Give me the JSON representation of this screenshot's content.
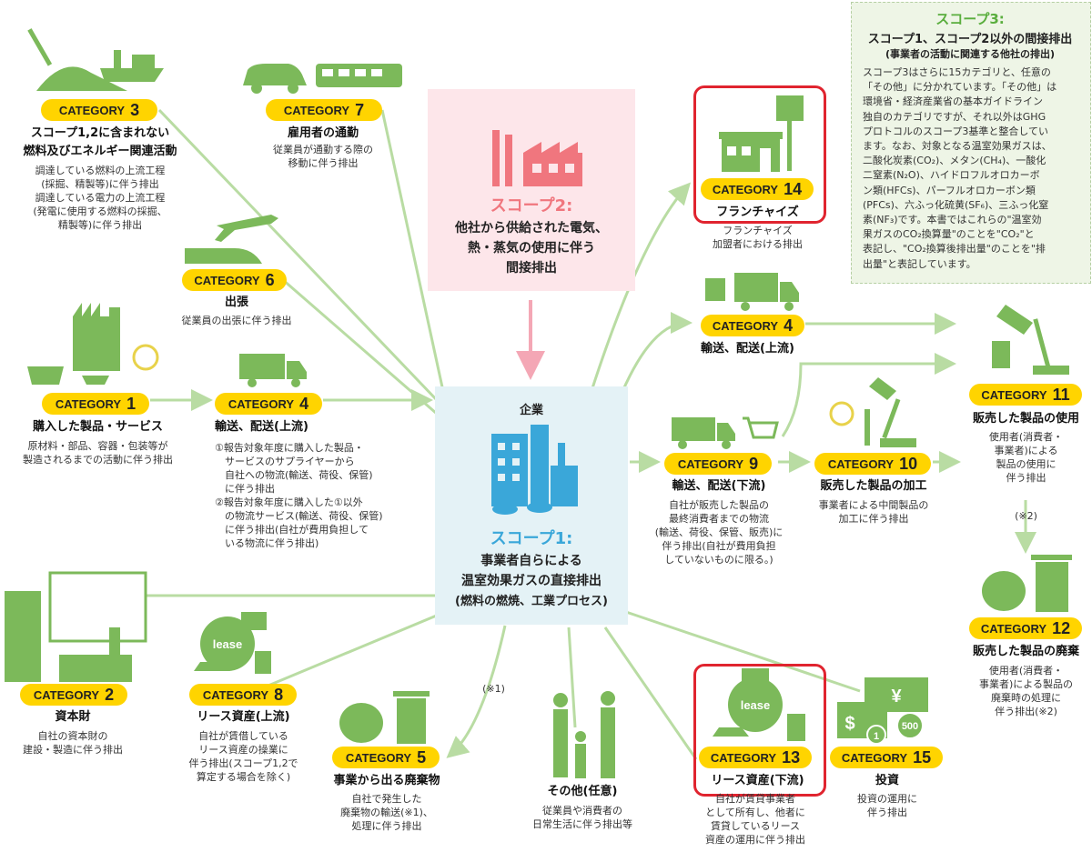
{
  "colors": {
    "green": "#8cc06a",
    "yellow": "#ffd400",
    "red": "#e0242f",
    "pink": "#fde6ea",
    "pinkText": "#f0767e",
    "lightBlue": "#e4f2f6",
    "blueText": "#3aa7d9"
  },
  "category_label": "CATEGORY",
  "scope2": {
    "title": "スコープ2:",
    "line1": "他社から供給された電気、",
    "line2": "熱・蒸気の使用に伴う",
    "line3": "間接排出"
  },
  "scope1": {
    "header": "企業",
    "title": "スコープ1:",
    "line1": "事業者自らによる",
    "line2": "温室効果ガスの直接排出",
    "line3": "(燃料の燃焼、工業プロセス)"
  },
  "scope3": {
    "title": "スコープ3:",
    "subtitle": "スコープ1、スコープ2以外の間接排出",
    "subtitle2": "(事業者の活動に関連する他社の排出)",
    "body": "スコープ3はさらに15カテゴリと、任意の\n「その他」に分かれています。「その他」は\n環境省・経済産業省の基本ガイドライン\n独自のカテゴリですが、それ以外はGHG\nプロトコルのスコープ3基準と整合してい\nます。なお、対象となる温室効果ガスは、\n二酸化炭素(CO₂)、メタン(CH₄)、一酸化\n二窒素(N₂O)、ハイドロフルオロカーボ\nン類(HFCs)、パーフルオロカーボン類\n(PFCs)、六ふっ化硫黄(SF₆)、三ふっ化窒\n素(NF₃)です。本書ではこれらの\"温室効\n果ガスのCO₂換算量\"のことを\"CO₂\"と\n表記し、\"CO₂換算後排出量\"のことを\"排\n出量\"と表記しています。"
  },
  "cat1": {
    "num": "1",
    "title": "購入した製品・サービス",
    "desc": "原材料・部品、容器・包装等が\n製造されるまでの活動に伴う排出"
  },
  "cat2": {
    "num": "2",
    "title": "資本財",
    "desc": "自社の資本財の\n建設・製造に伴う排出"
  },
  "cat3": {
    "num": "3",
    "title": "スコープ1,2に含まれない",
    "title2": "燃料及びエネルギー関連活動",
    "desc": "調達している燃料の上流工程\n(採掘、精製等)に伴う排出\n調達している電力の上流工程\n(発電に使用する燃料の採掘、\n精製等)に伴う排出"
  },
  "cat4a": {
    "num": "4",
    "title": "輸送、配送(上流)",
    "desc": "①報告対象年度に購入した製品・\n　サービスのサプライヤーから\n　自社への物流(輸送、荷役、保管)\n　に伴う排出\n②報告対象年度に購入した①以外\n　の物流サービス(輸送、荷役、保管)\n　に伴う排出(自社が費用負担して\n　いる物流に伴う排出)"
  },
  "cat4b": {
    "num": "4",
    "title": "輸送、配送(上流)"
  },
  "cat5": {
    "num": "5",
    "title": "事業から出る廃棄物",
    "desc": "自社で発生した\n廃棄物の輸送(※1)、\n処理に伴う排出"
  },
  "cat6": {
    "num": "6",
    "title": "出張",
    "desc": "従業員の出張に伴う排出"
  },
  "cat7": {
    "num": "7",
    "title": "雇用者の通勤",
    "desc": "従業員が通勤する際の\n移動に伴う排出"
  },
  "cat8": {
    "num": "8",
    "title": "リース資産(上流)",
    "desc": "自社が賃借している\nリース資産の操業に\n伴う排出(スコープ1,2で\n算定する場合を除く)"
  },
  "cat9": {
    "num": "9",
    "title": "輸送、配送(下流)",
    "desc": "自社が販売した製品の\n最終消費者までの物流\n(輸送、荷役、保管、販売)に\n伴う排出(自社が費用負担\nしていないものに限る。)"
  },
  "cat10": {
    "num": "10",
    "title": "販売した製品の加工",
    "desc": "事業者による中間製品の\n加工に伴う排出"
  },
  "cat11": {
    "num": "11",
    "title": "販売した製品の使用",
    "desc": "使用者(消費者・\n事業者)による\n製品の使用に\n伴う排出"
  },
  "cat12": {
    "num": "12",
    "title": "販売した製品の廃棄",
    "desc": "使用者(消費者・\n事業者)による製品の\n廃棄時の処理に\n伴う排出(※2)"
  },
  "cat13": {
    "num": "13",
    "title": "リース資産(下流)",
    "desc": "自社が賃貸事業者\nとして所有し、他者に\n賃貸しているリース\n資産の運用に伴う排出"
  },
  "cat14": {
    "num": "14",
    "title": "フランチャイズ",
    "desc": "フランチャイズ\n加盟者における排出"
  },
  "cat15": {
    "num": "15",
    "title": "投資",
    "desc": "投資の運用に\n伴う排出"
  },
  "other": {
    "title": "その他(任意)",
    "desc": "従業員や消費者の\n日常生活に伴う排出等"
  },
  "note1": "(※1)",
  "note2": "(※2)",
  "lease_label": "lease",
  "yen": "¥",
  "dollar": "$",
  "coin1": "1",
  "coin500": "500"
}
